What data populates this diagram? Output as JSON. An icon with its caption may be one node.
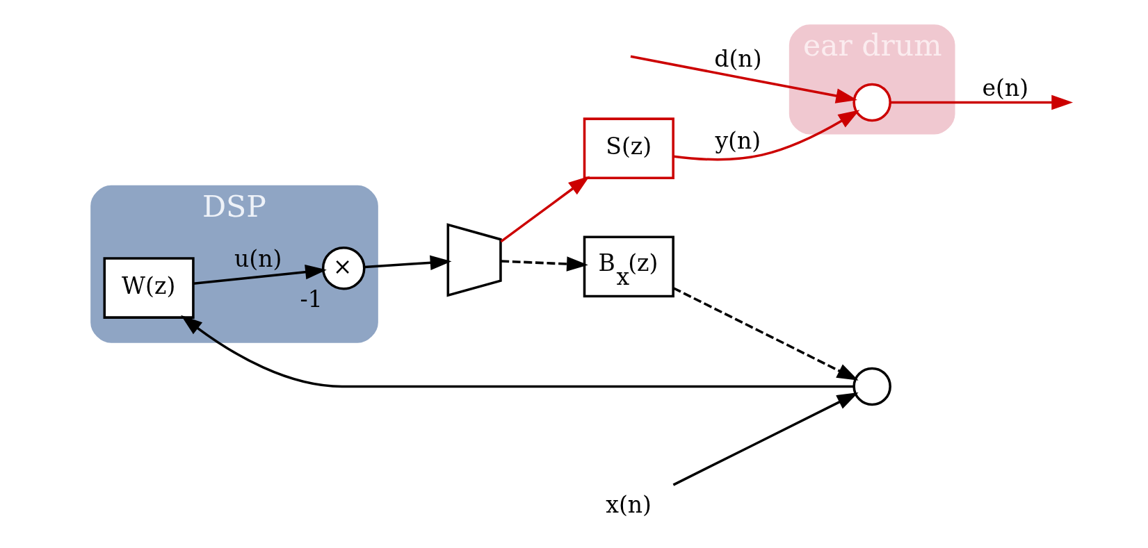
{
  "diagram": {
    "nodes": [
      {
        "text": [
          "DSP"
        ]
      },
      {
        "text": [
          "×"
        ],
        "beside": [
          "-1"
        ],
        "in": 0
      },
      {
        "text": [
          "W(z)"
        ],
        "in": 0
      },
      {
        "text": [],
        "shape": "speaker"
      },
      {
        "text": [],
        "shape": "circle"
      },
      {
        "text": [
          "S(z)"
        ]
      },
      {
        "text": [
          "B$_{x}$(z)"
        ]
      },
      {
        "text": [
          "ear drum"
        ]
      },
      {
        "text": [],
        "shape": "circle",
        "in": 7
      },
      {
        "text": [
          "x(n)"
        ]
      }
    ],
    "edges": [
      {
        "from": 2,
        "to": 1,
        "arrow": "to",
        "label": "u(n)"
      },
      {
        "from": 1,
        "to": 3,
        "arrow": "to"
      },
      {
        "from": 3,
        "to": 5,
        "arrow": "to",
        "color": "#cc0000"
      },
      {
        "from": 3,
        "to": 6,
        "arrow": "to",
        "style": "dashed"
      },
      {
        "from": 5,
        "to": 8,
        "arrow": "to",
        "label": "y(n)",
        "color": "#cc0000"
      },
      {
        "from": null,
        "to": 8,
        "arrow": "to",
        "label": "d(n)",
        "color": "#cc0000"
      },
      {
        "from": 8,
        "to": null,
        "arrow": "to",
        "label": "e(n)",
        "color": "#cc0000"
      },
      {
        "from": 6,
        "to": 4,
        "arrow": "to",
        "style": "dashed"
      },
      {
        "from": 9,
        "to": 4,
        "arrow": "to"
      },
      {
        "from": 4,
        "to": 2,
        "arrow": "to"
      }
    ]
  }
}
